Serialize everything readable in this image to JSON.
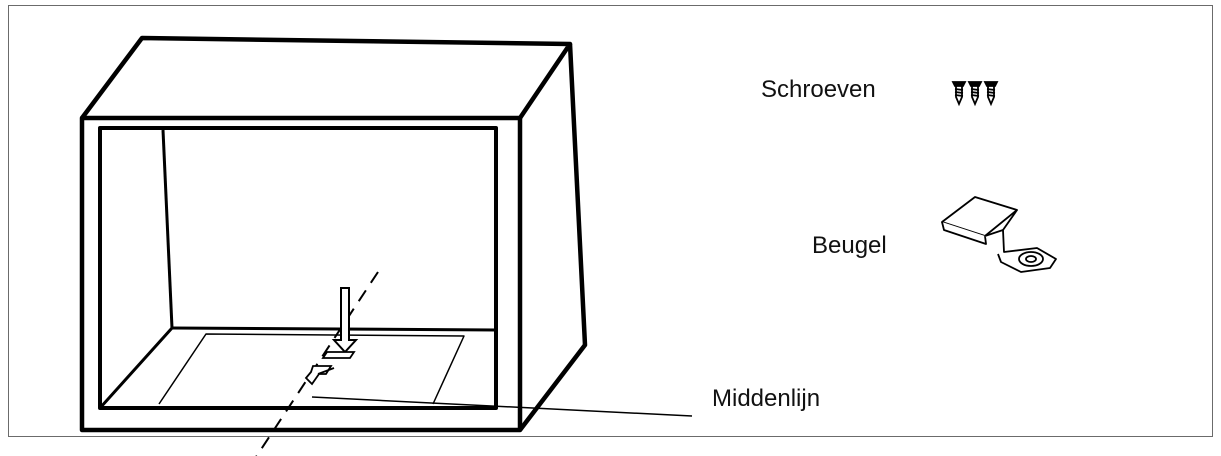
{
  "labels": {
    "screws": "Schroeven",
    "bracket": "Beugel",
    "centerline": "Middenlijn"
  },
  "colors": {
    "line": "#000000",
    "frame": "#6b6b6b",
    "background": "#ffffff"
  },
  "icons": [
    "screws-icon",
    "bracket-icon",
    "arrow-down-icon"
  ]
}
